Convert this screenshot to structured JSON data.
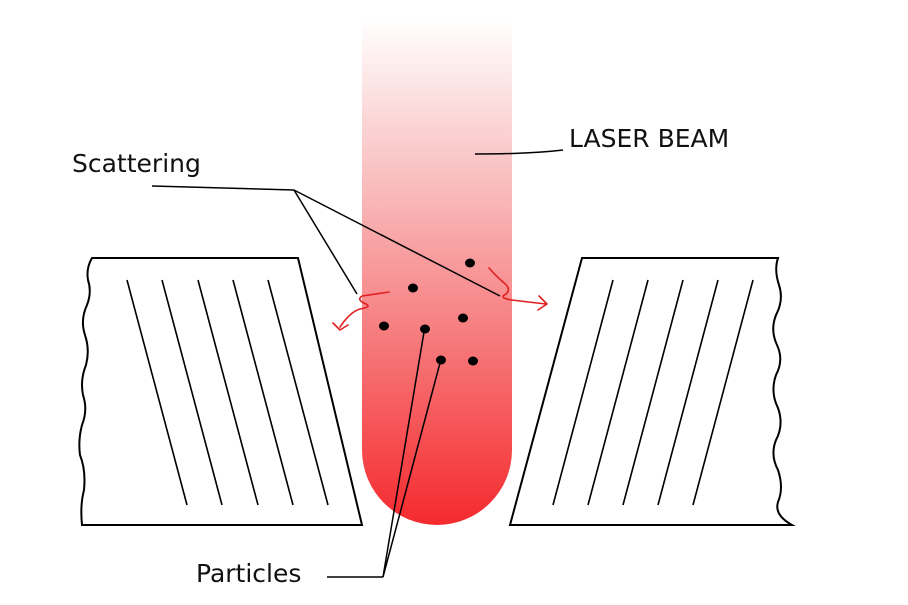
{
  "labels": {
    "laser_beam": "LASER BEAM",
    "scattering": "Scattering",
    "particles": "Particles"
  },
  "colors": {
    "beam_top": "#ffffff",
    "beam_bottom": "#f42a2e",
    "scatter_arrow": "#e02020",
    "line": "#000000",
    "particle": "#000000"
  }
}
